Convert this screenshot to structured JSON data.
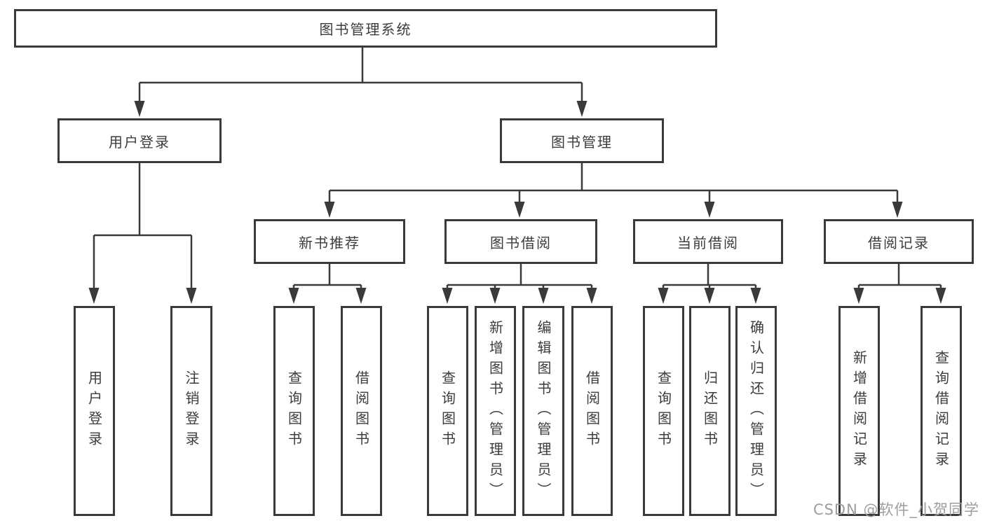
{
  "diagram_type": "hierarchy-tree",
  "colors": {
    "line": "#3a3a3a",
    "text": "#3c3c3c",
    "background": "#ffffff",
    "watermark": "#9e9e9e"
  },
  "tree": {
    "root": {
      "label": "图书管理系统",
      "children": [
        {
          "label": "用户登录",
          "children": [
            {
              "label": "用户登录"
            },
            {
              "label": "注销登录"
            }
          ]
        },
        {
          "label": "图书管理",
          "children": [
            {
              "label": "新书推荐",
              "children": [
                {
                  "label": "查询图书"
                },
                {
                  "label": "借阅图书"
                }
              ]
            },
            {
              "label": "图书借阅",
              "children": [
                {
                  "label": "查询图书"
                },
                {
                  "label": "新增图书（管理员）"
                },
                {
                  "label": "编辑图书（管理员）"
                },
                {
                  "label": "借阅图书"
                }
              ]
            },
            {
              "label": "当前借阅",
              "children": [
                {
                  "label": "查询图书"
                },
                {
                  "label": "归还图书"
                },
                {
                  "label": "确认归还（管理员）"
                }
              ]
            },
            {
              "label": "借阅记录",
              "children": [
                {
                  "label": "新增借阅记录"
                },
                {
                  "label": "查询借阅记录"
                }
              ]
            }
          ]
        }
      ]
    }
  },
  "watermark": "CSDN @软件_小贺同学"
}
